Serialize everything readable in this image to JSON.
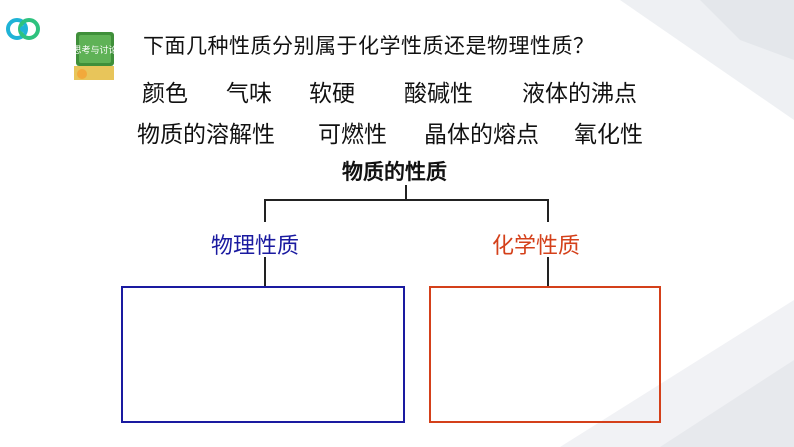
{
  "question": "下面几种性质分别属于化学性质还是物理性质？",
  "properties_row1": [
    "颜色",
    "气味",
    "软硬",
    "酸碱性",
    "液体的沸点"
  ],
  "properties_row2": [
    "物质的溶解性",
    "可燃性",
    "晶体的熔点",
    "氧化性"
  ],
  "center_title": "物质的性质",
  "physical_label": "物理性质",
  "chemical_label": "化学性质",
  "badge_text": "思考与讨论",
  "colors": {
    "physical": "#1a1aa0",
    "chemical": "#d4401a",
    "text": "#111111"
  },
  "icons": [
    "logo-icon",
    "discussion-badge-icon"
  ]
}
